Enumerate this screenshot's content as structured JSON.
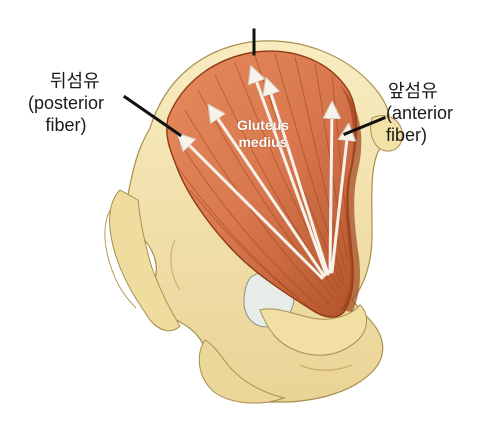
{
  "labels": {
    "posterior": {
      "korean": "뒤섬유",
      "english_line1": "(posterior",
      "english_line2": "fiber)"
    },
    "anterior": {
      "korean": "앞섬유",
      "english_line1": "(anterior",
      "english_line2": "fiber)"
    }
  },
  "muscle": {
    "name_line1": "Gluteus",
    "name_line2": "medius"
  },
  "colors": {
    "muscle": "#d9784e",
    "muscle_dark": "#a8471f",
    "bone": "#f3e3ad",
    "bone_shadow": "#d8bf7a",
    "arrow": "#f7f2ea",
    "leader": "#111111"
  }
}
